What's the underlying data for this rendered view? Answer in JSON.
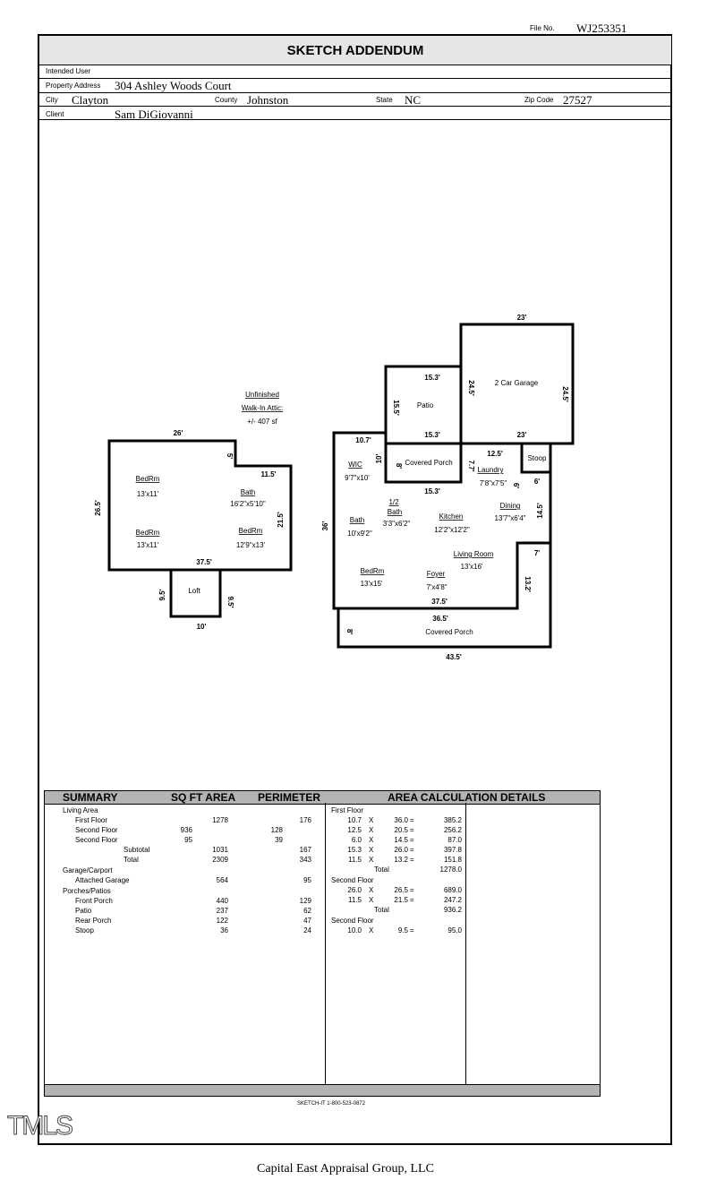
{
  "header": {
    "file_no_label": "File No.",
    "file_no": "WJ253351",
    "title": "SKETCH ADDENDUM",
    "intended_user_label": "Intended User",
    "intended_user": "",
    "property_address_label": "Property Address",
    "property_address": "304 Ashley Woods Court",
    "city_label": "City",
    "city": "Clayton",
    "county_label": "County",
    "county": "Johnston",
    "state_label": "State",
    "state": "NC",
    "zip_label": "Zip Code",
    "zip": "27527",
    "client_label": "Client",
    "client": "Sam DiGiovanni"
  },
  "sketch": {
    "attic_note": [
      "Unfinished",
      "Walk-In Attic:",
      "+/- 407 sf"
    ],
    "upper": {
      "rooms": [
        {
          "name": "BedRm",
          "size": "13'x11'"
        },
        {
          "name": "Bath",
          "size": "16'2\"x5'10\""
        },
        {
          "name": "BedRm",
          "size": "13'x11'"
        },
        {
          "name": "BedRm",
          "size": "12'9\"x13'"
        }
      ],
      "dims": [
        "26'",
        "5'",
        "11.5'",
        "26.5'",
        "21.5'",
        "37.5'"
      ],
      "loft": {
        "name": "Loft",
        "dims": [
          "9.5'",
          "9.5'",
          "10'"
        ]
      }
    },
    "main": {
      "garage": {
        "name": "2 Car Garage",
        "dims": [
          "23'",
          "24.5'",
          "24.5'",
          "23'"
        ]
      },
      "patio": {
        "name": "Patio",
        "dims": [
          "15.3'",
          "15.5'",
          "15.3'"
        ]
      },
      "covered_porch_top": {
        "name": "Covered Porch",
        "dims": [
          "10'",
          "8'",
          "7.7'",
          "15.3'"
        ]
      },
      "stoop": {
        "name": "Stoop",
        "dims": [
          "6'",
          "6'"
        ]
      },
      "rooms": [
        {
          "name": "WIC",
          "size": "9'7\"x10'"
        },
        {
          "name": "Laundry",
          "size": "7'8\"x7'5\""
        },
        {
          "name": "1/2 Bath",
          "size": "3'3\"x6'2\""
        },
        {
          "name": "Kitchen",
          "size": "12'2\"x12'2\""
        },
        {
          "name": "Dining",
          "size": "13'7\"x6'4\""
        },
        {
          "name": "Bath",
          "size": "10'x9'2\""
        },
        {
          "name": "Living Room",
          "size": "13'x16'"
        },
        {
          "name": "BedRm",
          "size": "13'x15'"
        },
        {
          "name": "Foyer",
          "size": "7'x4'8\""
        }
      ],
      "dims": [
        "10.7'",
        "12.5'",
        "36'",
        "14.5'",
        "7'",
        "13.2'",
        "37.5'"
      ],
      "covered_porch_bottom": {
        "name": "Covered Porch",
        "dims": [
          "36.5'",
          "8'",
          "43.5'"
        ]
      }
    }
  },
  "summary": {
    "headers": {
      "summary": "SUMMARY",
      "sqft": "SQ FT AREA",
      "perimeter": "PERIMETER",
      "area_calc": "AREA CALCULATION DETAILS"
    },
    "sections": [
      {
        "title": "Living Area",
        "rows": [
          {
            "label": "First Floor",
            "sqft": "1278",
            "perim": "176",
            "style": "a"
          },
          {
            "label": "Second Floor",
            "sqft": "936",
            "perim": "128",
            "style": "b"
          },
          {
            "label": "Second Floor",
            "sqft": "95",
            "perim": "39",
            "style": "b"
          },
          {
            "label": "Subtotal",
            "sqft": "1031",
            "perim": "167",
            "style": "sub"
          },
          {
            "label": "Total",
            "sqft": "2309",
            "perim": "343",
            "style": "sub"
          }
        ]
      },
      {
        "title": "Garage/Carport",
        "rows": [
          {
            "label": "Attached Garage",
            "sqft": "564",
            "perim": "95",
            "style": "a"
          }
        ]
      },
      {
        "title": "Porches/Patios",
        "rows": [
          {
            "label": "Front Porch",
            "sqft": "440",
            "perim": "129",
            "style": "a"
          },
          {
            "label": "Patio",
            "sqft": "237",
            "perim": "62",
            "style": "a"
          },
          {
            "label": "Rear Porch",
            "sqft": "122",
            "perim": "47",
            "style": "a"
          },
          {
            "label": "Stoop",
            "sqft": "36",
            "perim": "24",
            "style": "a"
          }
        ]
      }
    ],
    "calc": [
      {
        "title": "First Floor",
        "rows": [
          [
            "10.7",
            "36.0",
            "385.2"
          ],
          [
            "12.5",
            "20.5",
            "256.2"
          ],
          [
            "6.0",
            "14.5",
            "87.0"
          ],
          [
            "15.3",
            "26.0",
            "397.8"
          ],
          [
            "11.5",
            "13.2",
            "151.8"
          ]
        ],
        "total": "1278.0"
      },
      {
        "title": "Second Floor",
        "rows": [
          [
            "26.0",
            "26.5",
            "689.0"
          ],
          [
            "11.5",
            "21.5",
            "247.2"
          ]
        ],
        "total": "936.2"
      },
      {
        "title": "Second Floor",
        "rows": [
          [
            "10.0",
            "9.5",
            "95.0"
          ]
        ],
        "total": ""
      }
    ],
    "times_symbol": "X",
    "equals_symbol": "=",
    "total_label": "Total"
  },
  "footer": {
    "code": "SKETCH-IT 1-800-523-0872",
    "logo": "TMLS",
    "company": "Capital East Appraisal Group, LLC"
  }
}
